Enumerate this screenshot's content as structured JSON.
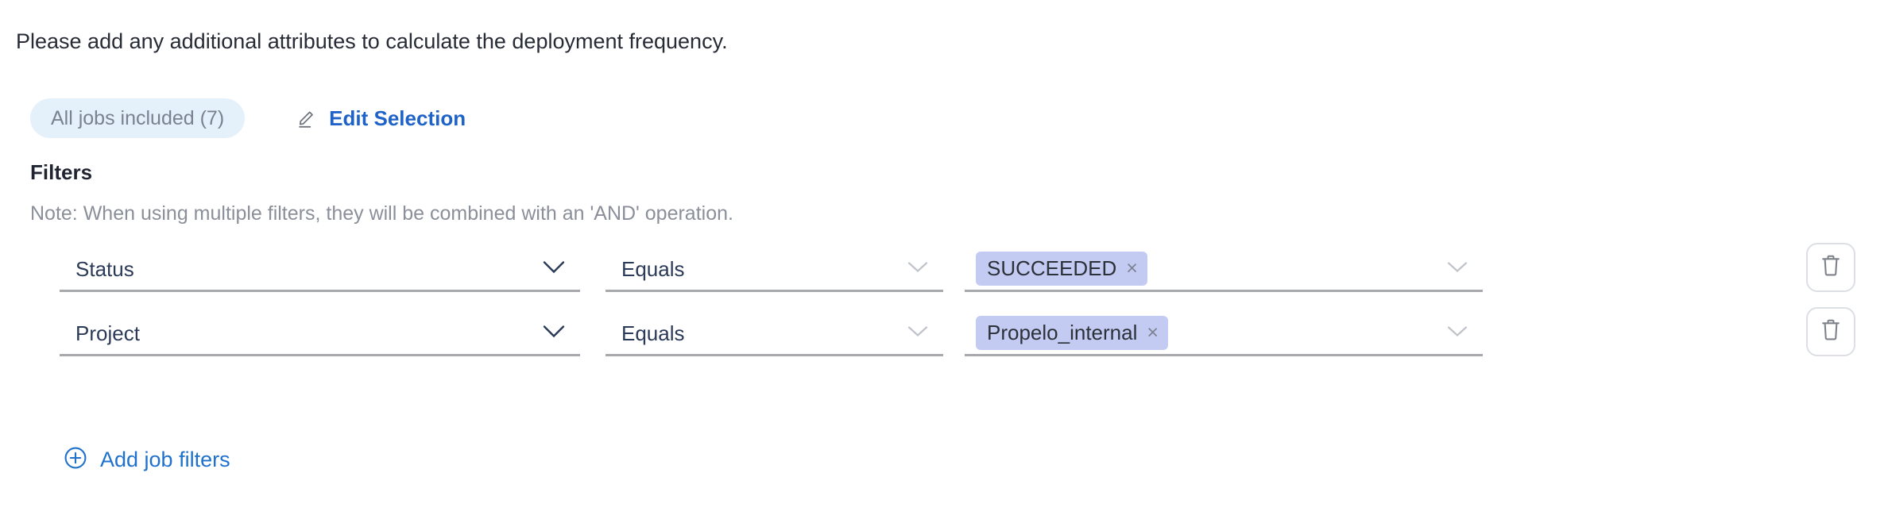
{
  "intro": {
    "text": "Please add any additional attributes to calculate the deployment frequency."
  },
  "selection": {
    "jobs_pill_label": "All jobs included (7)",
    "edit_label": "Edit Selection",
    "edit_icon": "pencil-icon"
  },
  "filters": {
    "title": "Filters",
    "note": "Note: When using multiple filters, they will be combined with an 'AND' operation.",
    "rows": [
      {
        "attribute": "Status",
        "operator": "Equals",
        "values": [
          "SUCCEEDED"
        ],
        "remove_label": "×",
        "delete_icon": "trash-icon"
      },
      {
        "attribute": "Project",
        "operator": "Equals",
        "values": [
          "Propelo_internal"
        ],
        "remove_label": "×",
        "delete_icon": "trash-icon"
      }
    ],
    "add_label": "Add job filters",
    "add_icon": "plus-circle-icon"
  },
  "colors": {
    "link_blue": "#1f63c8",
    "pill_bg": "#e4f1fb",
    "chip_bg": "#c3cbf3",
    "field_text": "#2b3a57",
    "muted": "#8a8f99",
    "underline": "#a7a9ad"
  }
}
